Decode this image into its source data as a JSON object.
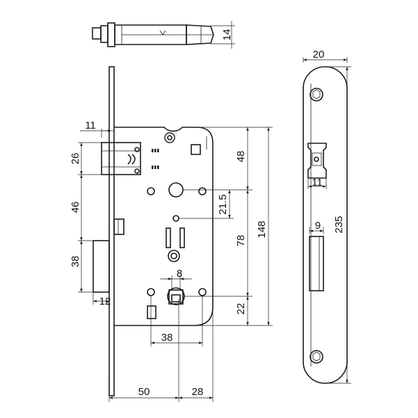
{
  "dimensions": {
    "d14": "14",
    "d20": "20",
    "d11_top": "11",
    "d26": "26",
    "d48": "48",
    "d21_5": "21.5",
    "d46": "46",
    "d78": "78",
    "d148": "148",
    "d235": "235",
    "d11_plate": "11",
    "d9": "9",
    "d38_left": "38",
    "d12": "12",
    "d8": "8",
    "d22": "22",
    "d38_bottom": "38",
    "d50": "50",
    "d28": "28"
  }
}
